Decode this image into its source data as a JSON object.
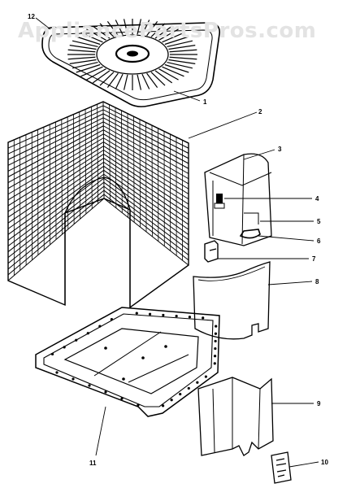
{
  "watermark": "AppliancePartsPros.com",
  "callouts": [
    "12",
    "1",
    "2",
    "3",
    "4",
    "5",
    "6",
    "7",
    "8",
    "9",
    "10",
    "11"
  ],
  "colors": {
    "ink": "#000000",
    "paper": "#ffffff",
    "watermark": "#e3e3e3"
  }
}
